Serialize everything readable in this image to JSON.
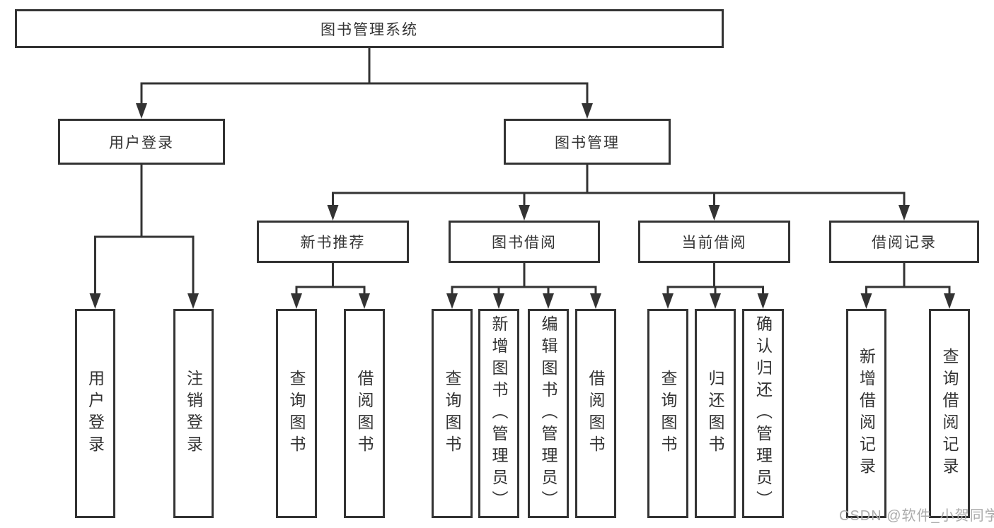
{
  "diagram": {
    "root": {
      "label": "图书管理系统"
    },
    "branches": [
      {
        "label": "用户登录",
        "children": [
          {
            "label": "用户登录"
          },
          {
            "label": "注销登录"
          }
        ]
      },
      {
        "label": "图书管理",
        "children": [
          {
            "label": "新书推荐",
            "children": [
              {
                "label": "查询图书"
              },
              {
                "label": "借阅图书"
              }
            ]
          },
          {
            "label": "图书借阅",
            "children": [
              {
                "label": "查询图书"
              },
              {
                "label": "新增图书（管理员）"
              },
              {
                "label": "编辑图书（管理员）"
              },
              {
                "label": "借阅图书"
              }
            ]
          },
          {
            "label": "当前借阅",
            "children": [
              {
                "label": "查询图书"
              },
              {
                "label": "归还图书"
              },
              {
                "label": "确认归还（管理员）"
              }
            ]
          },
          {
            "label": "借阅记录",
            "children": [
              {
                "label": "新增借阅记录"
              },
              {
                "label": "查询借阅记录"
              }
            ]
          }
        ]
      }
    ]
  },
  "watermark": {
    "text": "CSDN @软件_小贺同学"
  },
  "colors": {
    "line": "#333333",
    "box_border": "#333333",
    "text": "#333333",
    "background": "#ffffff",
    "watermark": "#ababab"
  }
}
